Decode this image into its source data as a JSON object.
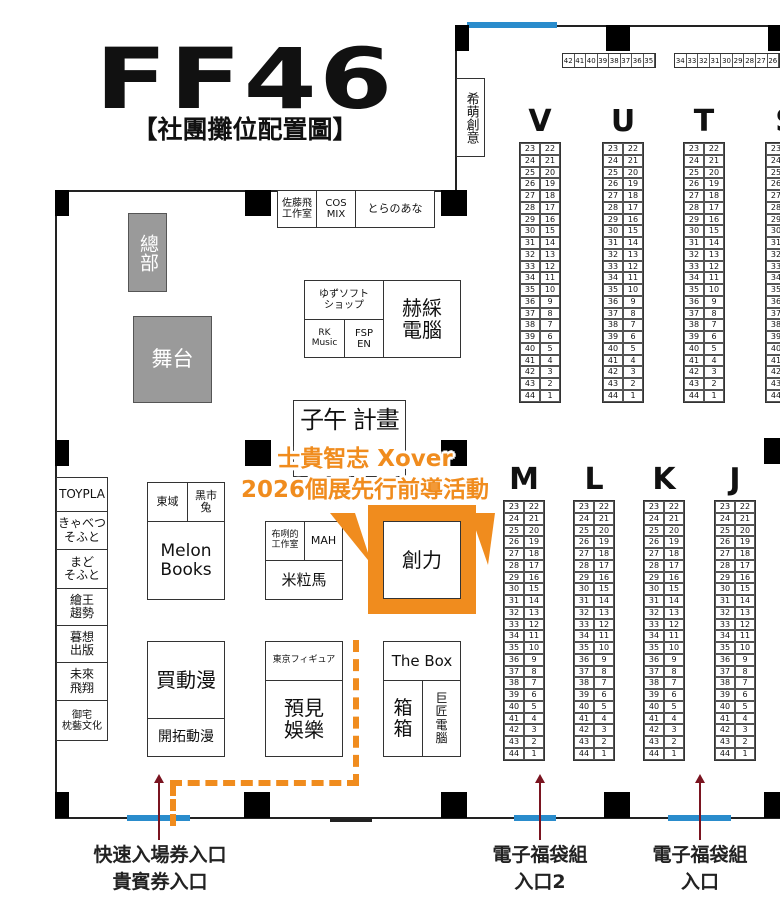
{
  "header": {
    "title": "FF46",
    "subtitle": "【社團攤位配置圖】"
  },
  "colors": {
    "accent": "#f08c1e",
    "door": "#2a8ccc",
    "arrow": "#7a1420",
    "special_area": "#9a9a9a"
  },
  "special_areas": {
    "hq": "總部",
    "stage": "舞台"
  },
  "booths": {
    "xi_meng": "希萌創意",
    "sato": "佐藤飛\n工作室",
    "cosmix": "COS\nMIX",
    "toranoana": "とらのあな",
    "yuzu": "ゆずソフト\nショップ",
    "rk": "RK\nMusic",
    "fsp": "FSP\nEN",
    "hecai": "赫綵\n電腦",
    "ziwu": "子午\n計畫",
    "dongyu": "東域",
    "heishitu": "黑市\n兔",
    "melon": "Melon\nBooks",
    "buliede": "布咧的\n工作室",
    "mah": "MAH",
    "milima": "米粒馬",
    "chuangli": "創力",
    "maidongman": "買動漫",
    "kaituo": "開拓動漫",
    "tokyo": "東京フィギュア",
    "yujian": "預見\n娛樂",
    "thebox": "The Box",
    "xiangxiang": "箱\n箱",
    "jujiang": "巨\n匠\n電\n腦"
  },
  "left_wall_booths": [
    "TOYPLA",
    "きゃべつ\nそふと",
    "まど\nそふと",
    "繪王\n趨勢",
    "暮想\n出版",
    "未來\n飛翔",
    "御宅\n枕藝文化"
  ],
  "top_row": {
    "group1": [
      "42",
      "41",
      "40",
      "39",
      "38",
      "37",
      "36",
      "35"
    ],
    "group2": [
      "34",
      "33",
      "32",
      "31",
      "30",
      "29",
      "28",
      "27",
      "26"
    ]
  },
  "columns": {
    "upper": [
      "V",
      "U",
      "T",
      "S"
    ],
    "lower": [
      "M",
      "L",
      "K",
      "J"
    ],
    "left_numbers": [
      "23",
      "24",
      "25",
      "26",
      "27",
      "28",
      "29",
      "30",
      "31",
      "32",
      "33",
      "34",
      "35",
      "36",
      "37",
      "38",
      "39",
      "40",
      "41",
      "42",
      "43",
      "44"
    ],
    "right_numbers": [
      "22",
      "21",
      "20",
      "19",
      "18",
      "17",
      "16",
      "15",
      "14",
      "13",
      "12",
      "11",
      "10",
      "9",
      "8",
      "7",
      "6",
      "5",
      "4",
      "3",
      "2",
      "1"
    ]
  },
  "promo": {
    "line1": "士貴智志 Xover",
    "line2": "2026個展先行前導活動"
  },
  "entrances": {
    "fast": "快速入場券入口\n貴賓券入口",
    "ebag2": "電子福袋組\n入口2",
    "ebag": "電子福袋組\n入口"
  }
}
